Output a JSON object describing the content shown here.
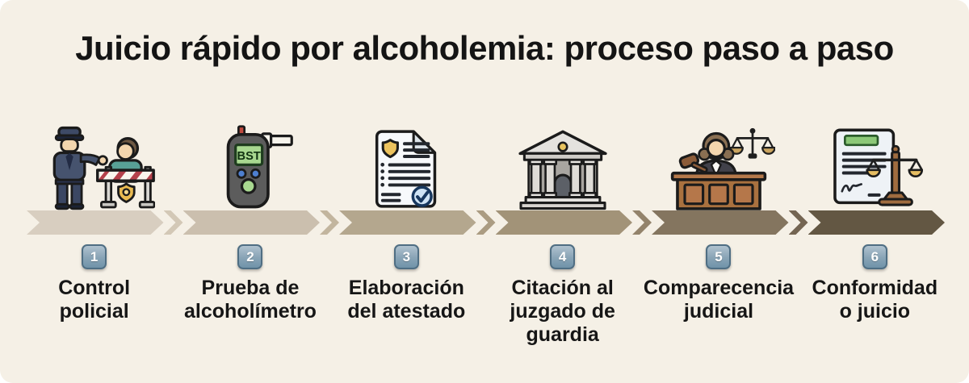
{
  "title": "Juicio rápido por alcoholemia: proceso paso a paso",
  "colors": {
    "background": "#f5f0e6",
    "text": "#141414",
    "badge_top": "#b0c2cf",
    "badge_bottom": "#7093a9",
    "badge_border": "#4f6e83",
    "band_segments": [
      "#d8cec0",
      "#cbbfae",
      "#b4a78e",
      "#a29378",
      "#84755f",
      "#635743"
    ],
    "band_separators": [
      "#d3c8b6",
      "#c2b59e",
      "#ab9c82",
      "#93836b",
      "#746552"
    ]
  },
  "steps": [
    {
      "number": "1",
      "icon": "police-control-icon",
      "label_lines": [
        "Control",
        "policial"
      ]
    },
    {
      "number": "2",
      "icon": "breathalyzer-icon",
      "device_label": "BST",
      "label_lines": [
        "Prueba de",
        "alcoholímetro"
      ]
    },
    {
      "number": "3",
      "icon": "police-report-icon",
      "label_lines": [
        "Elaboración",
        "del atestado"
      ]
    },
    {
      "number": "4",
      "icon": "courthouse-icon",
      "label_lines": [
        "Citación al",
        "juzgado de",
        "guardia"
      ]
    },
    {
      "number": "5",
      "icon": "judge-bench-icon",
      "label_lines": [
        "Comparecencia",
        "judicial"
      ]
    },
    {
      "number": "6",
      "icon": "agreement-scales-icon",
      "label_lines": [
        "Conformidad",
        "o juicio"
      ]
    }
  ]
}
